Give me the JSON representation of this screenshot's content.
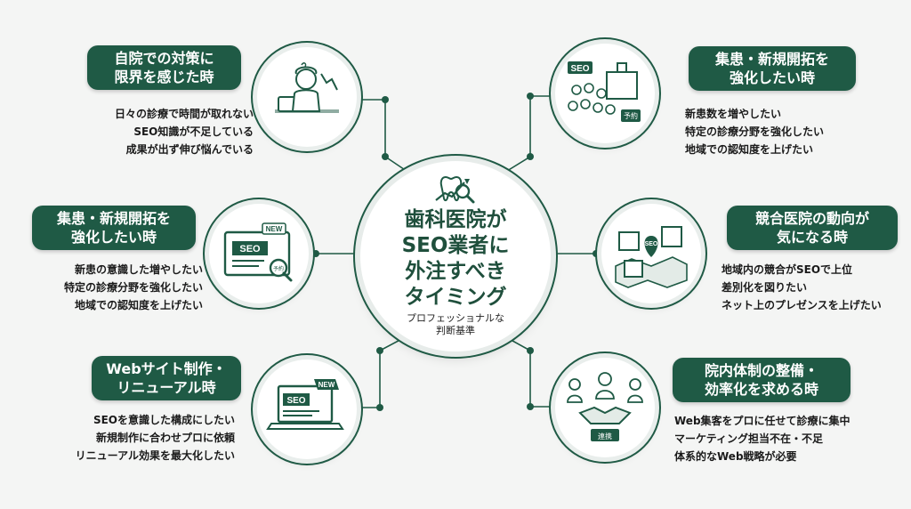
{
  "center": {
    "title": "歯科医院が\nSEO業者に\n外注すべき\nタイミング",
    "subtitle": "プロフェッショナルな\n判断基準"
  },
  "cards": [
    {
      "id": "top-left",
      "heading": "自院での対策に\n限界を感じた時",
      "items": [
        "日々の診療で時間が取れない",
        "SEO知識が不足している",
        "成果が出ず伸び悩んでいる"
      ],
      "icon": "stressed-doctor-icon"
    },
    {
      "id": "mid-left",
      "heading": "集患・新規開拓を\n強化したい時",
      "items": [
        "新患の意識した増やしたい",
        "特定の診療分野を強化したい",
        "地域での認知度を上げたい"
      ],
      "icon": "seo-monitor-icon",
      "badge_new": "NEW",
      "screen_text": "SEO",
      "tag": "予約"
    },
    {
      "id": "bottom-left",
      "heading": "Webサイト制作・\nリニューアル時",
      "items": [
        "SEOを意識した構成にしたい",
        "新規制作に合わせプロに依頼",
        "リニューアル効果を最大化したい"
      ],
      "icon": "laptop-new-site-icon",
      "badge_new": "NEW",
      "screen_text": "SEO"
    },
    {
      "id": "top-right",
      "heading": "集患・新規開拓を\n強化したい時",
      "items": [
        "新患数を増やしたい",
        "特定の診療分野を強化したい",
        "地域での認知度を上げたい"
      ],
      "icon": "patients-clinic-icon",
      "screen_text": "SEO",
      "tag": "予約"
    },
    {
      "id": "mid-right",
      "heading": "競合医院の動向が\n気になる時",
      "items": [
        "地域内の競合がSEOで上位",
        "差別化を図りたい",
        "ネット上のプレゼンスを上げたい"
      ],
      "icon": "map-competitors-icon",
      "screen_text": "SEO"
    },
    {
      "id": "bottom-right",
      "heading": "院内体制の整備・\n効率化を求める時",
      "items": [
        "Web集客をプロに任せて診療に集中",
        "マーケティング担当不在・不足",
        "体系的なWeb戦略が必要"
      ],
      "icon": "handshake-team-icon",
      "tag": "連携"
    }
  ],
  "colors": {
    "primary": "#1f5a45",
    "background": "#f4f5f4",
    "ring": "#e7ecea"
  }
}
